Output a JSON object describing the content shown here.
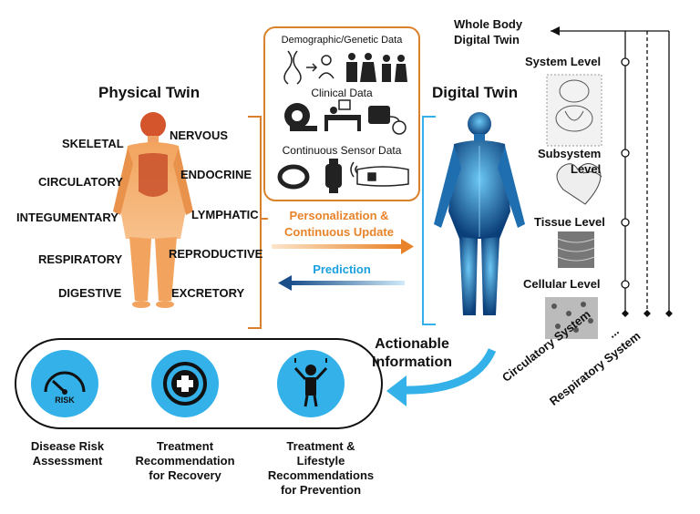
{
  "physical_twin": {
    "title": "Physical Twin",
    "systems_left": [
      "SKELETAL",
      "CIRCULATORY",
      "INTEGUMENTARY",
      "RESPIRATORY",
      "DIGESTIVE"
    ],
    "systems_right": [
      "NERVOUS",
      "ENDOCRINE",
      "LYMPHATIC",
      "REPRODUCTIVE",
      "EXCRETORY"
    ]
  },
  "data_box": {
    "demographic": "Demographic/Genetic Data",
    "clinical": "Clinical Data",
    "sensor": "Continuous Sensor Data"
  },
  "arrows": {
    "personalization_line1": "Personalization &",
    "personalization_line2": "Continuous Update",
    "prediction": "Prediction",
    "personalization_color": "#e8832a",
    "prediction_color": "#1aa0e0"
  },
  "digital_twin": {
    "title": "Digital Twin"
  },
  "hierarchy": {
    "whole_body_line1": "Whole Body",
    "whole_body_line2": "Digital Twin",
    "system_level": "System Level",
    "subsystem_line1": "Subsystem",
    "subsystem_line2": "Level",
    "tissue_level": "Tissue Level",
    "cellular_level": "Cellular Level",
    "circulatory_system": "Circulatory System",
    "ellipsis": "...",
    "respiratory_system": "Respiratory System"
  },
  "actionable": {
    "line1": "Actionable",
    "line2": "Information"
  },
  "outputs": [
    {
      "icon": "gauge-icon",
      "icon_text": "RISK",
      "line1": "Disease Risk",
      "line2": "Assessment",
      "line3": "",
      "line4": ""
    },
    {
      "icon": "medical-cross-icon",
      "line1": "Treatment",
      "line2": "Recommendation",
      "line3": "for Recovery",
      "line4": ""
    },
    {
      "icon": "person-icon",
      "line1": "Treatment &",
      "line2": "Lifestyle",
      "line3": "Recommendations",
      "line4": "for Prevention"
    }
  ],
  "colors": {
    "accent_blue": "#33b1e8",
    "orange": "#d9822b",
    "dark_blue": "#1a4f8a"
  }
}
